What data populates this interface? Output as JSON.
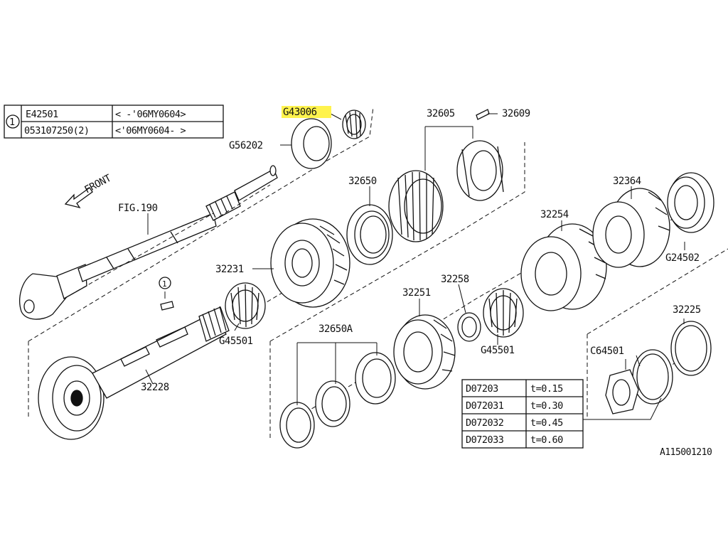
{
  "top_table": {
    "ref": "1",
    "rows": [
      {
        "part": "E42501",
        "range": "<     -'06MY0604>"
      },
      {
        "part": "053107250(2)",
        "range": "<'06MY0604-     >"
      }
    ]
  },
  "front_label": "FRONT",
  "diagram_id": "A115001210",
  "labels": {
    "g43006": "G43006",
    "g56202": "G56202",
    "p32605": "32605",
    "p32609": "32609",
    "fig190": "FIG.190",
    "p32650": "32650",
    "p32364": "32364",
    "p32254": "32254",
    "g24502": "G24502",
    "p32231": "32231",
    "ref1": "1",
    "p32258": "32258",
    "p32251": "32251",
    "g45501a": "G45501",
    "g45501b": "G45501",
    "p32650a": "32650A",
    "p32225": "32225",
    "c64501": "C64501",
    "p32228": "32228"
  },
  "shim_table": [
    {
      "part": "D07203",
      "thickness": "t=0.15"
    },
    {
      "part": "D072031",
      "thickness": "t=0.30"
    },
    {
      "part": "D072032",
      "thickness": "t=0.45"
    },
    {
      "part": "D072033",
      "thickness": "t=0.60"
    }
  ],
  "highlight_color": "#fff34d"
}
